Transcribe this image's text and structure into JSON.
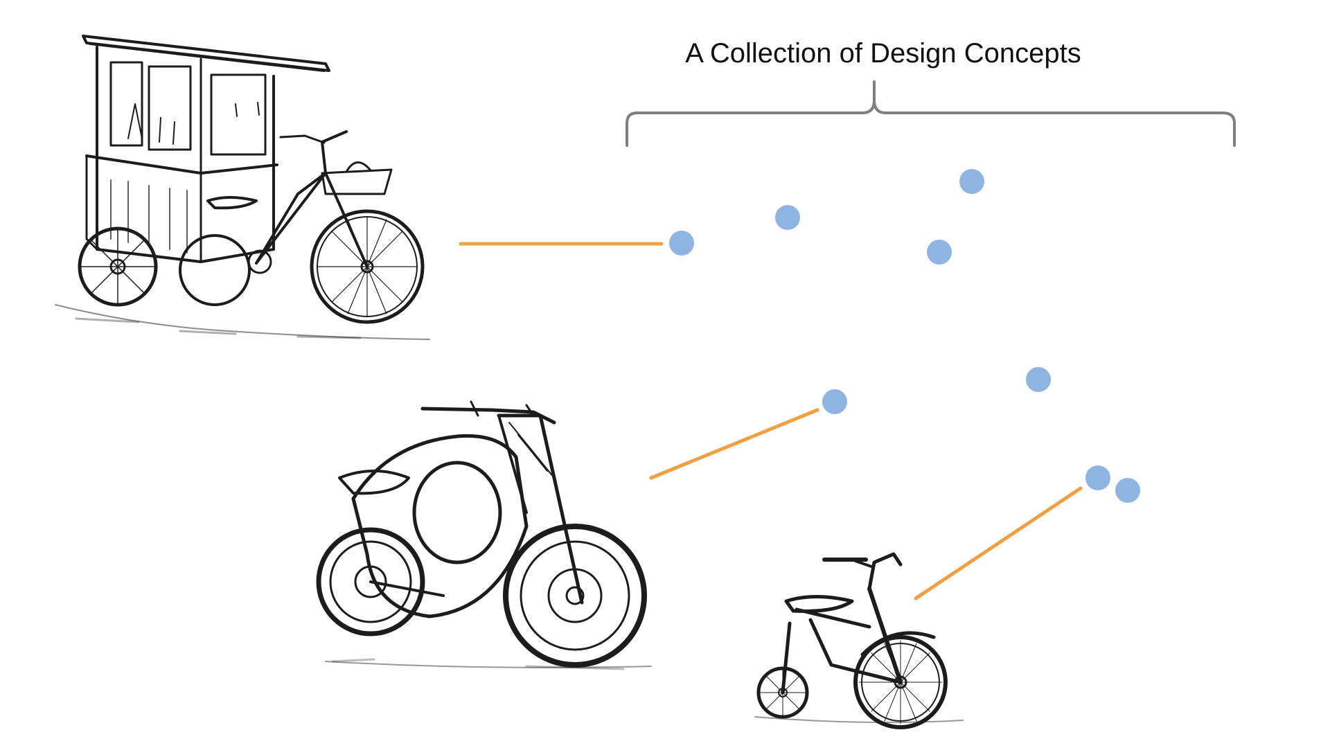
{
  "title": "A Collection of Design Concepts",
  "colors": {
    "dot": "#8fb3e3",
    "connector": "#f0a040",
    "bracket": "#7f7f7f",
    "ink": "#1c1c1c"
  },
  "illustrations": [
    {
      "name": "vendor-cart-tricycle-sketch",
      "depicts": "bicycle-vendor-cart"
    },
    {
      "name": "concept-motorcycle-sketch",
      "depicts": "futuristic-motorcycle"
    },
    {
      "name": "child-tricycle-sketch",
      "depicts": "childs-tricycle"
    }
  ]
}
